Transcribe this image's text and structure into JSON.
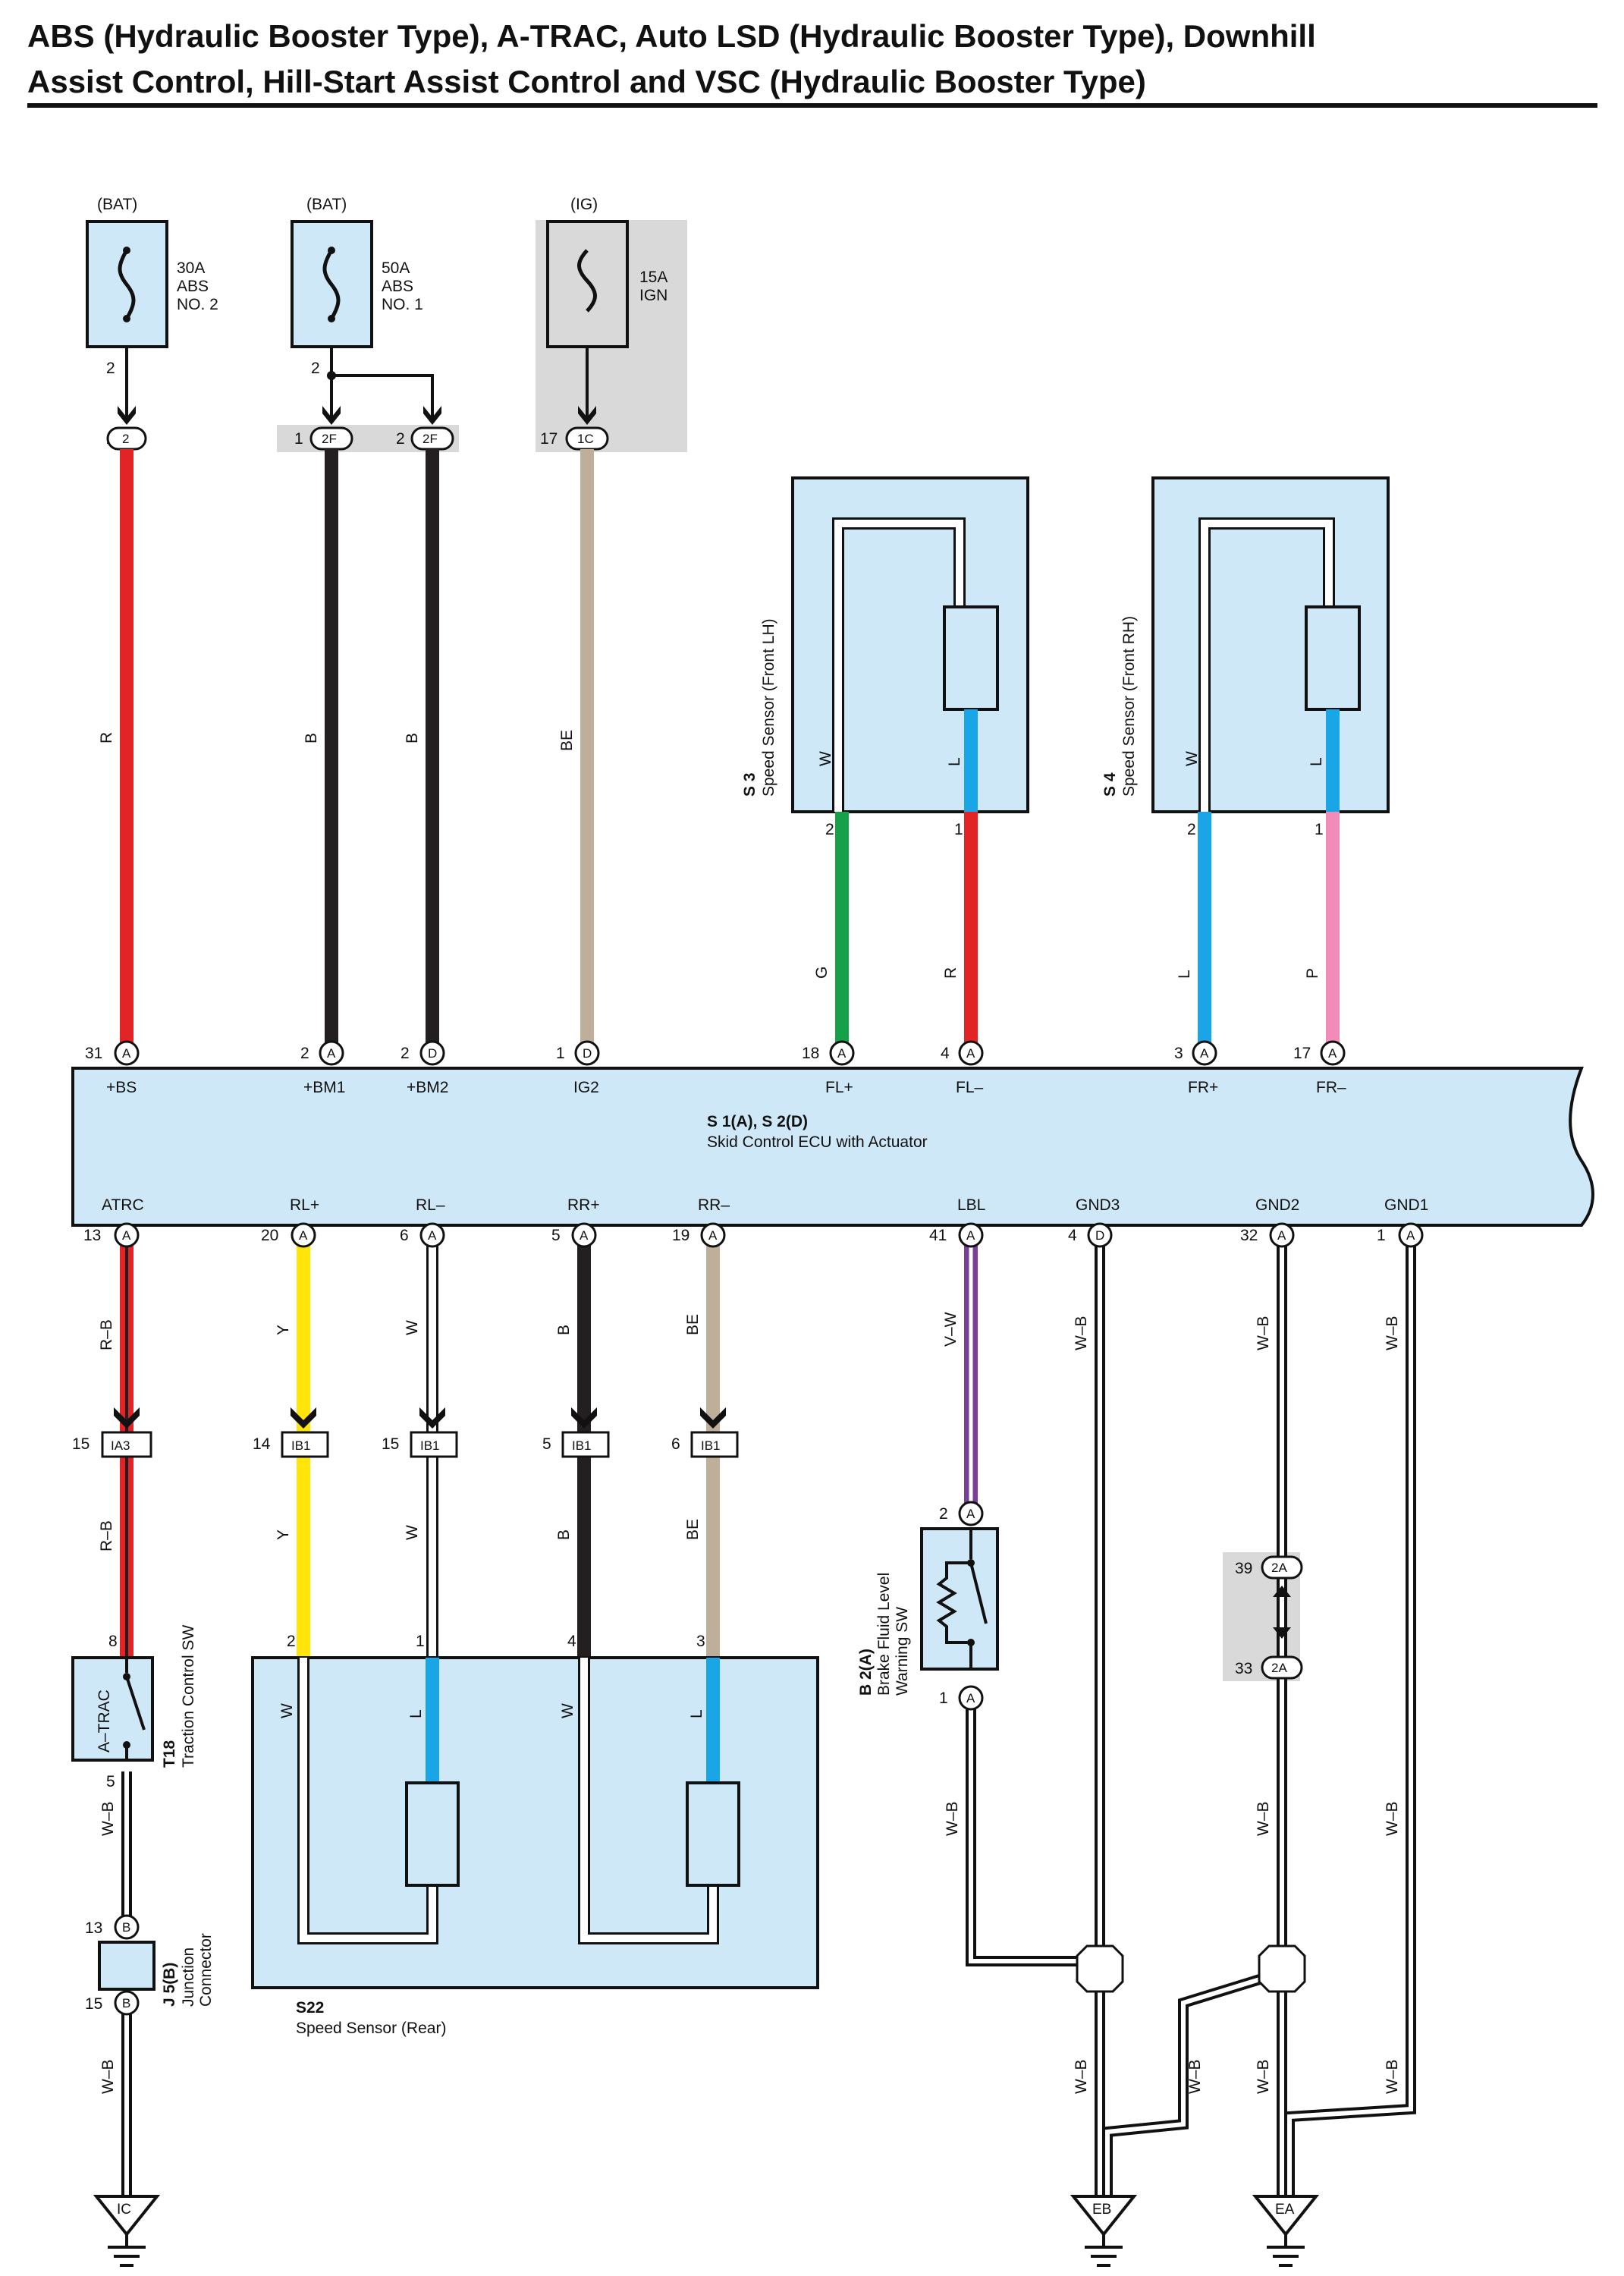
{
  "title": {
    "line1": "ABS (Hydraulic Booster Type), A-TRAC, Auto LSD (Hydraulic Booster Type), Downhill",
    "line2": "Assist Control, Hill-Start Assist Control and VSC (Hydraulic Booster Type)"
  },
  "colors": {
    "R": "#e32427",
    "B": "#231f20",
    "BE": "#bfae99",
    "G": "#17a04a",
    "L": "#1aa6e6",
    "P": "#f08cb7",
    "Y": "#ffe50a",
    "W": "#ffffff",
    "V": "#7a3f99",
    "box": "#cfe8f7",
    "gray": "#d9d9d9"
  },
  "fuses": {
    "f1": {
      "src": "(BAT)",
      "l1": "30A",
      "l2": "ABS",
      "l3": "NO. 2",
      "pin": "2"
    },
    "f2": {
      "src": "(BAT)",
      "l1": "50A",
      "l2": "ABS",
      "l3": "NO. 1",
      "pin": "2"
    },
    "f3": {
      "src": "(IG)",
      "l1": "15A",
      "l2": "IGN"
    }
  },
  "conn_top": {
    "c1": {
      "num": "2",
      "code": "2"
    },
    "c2": {
      "num": "1",
      "code": "2F"
    },
    "c3": {
      "num": "2",
      "code": "2F"
    },
    "c4": {
      "num": "17",
      "code": "1C"
    }
  },
  "wires": {
    "r": "R",
    "b": "B",
    "be": "BE",
    "w": "W",
    "l": "L",
    "g": "G",
    "p": "P",
    "y": "Y",
    "rb": "R–B",
    "vw": "V–W",
    "wb": "W–B"
  },
  "sensors": {
    "s3": {
      "code": "S 3",
      "name": "Speed Sensor (Front LH)",
      "pin2": "2",
      "pin1": "1"
    },
    "s4": {
      "code": "S 4",
      "name": "Speed Sensor (Front RH)",
      "pin2": "2",
      "pin1": "1"
    },
    "s22": {
      "code": "S22",
      "name": "Speed Sensor (Rear)"
    }
  },
  "ecu": {
    "code": "S 1(A), S 2(D)",
    "name": "Skid Control ECU with Actuator",
    "top_pins": [
      {
        "num": "31",
        "letter": "A",
        "label": "+BS"
      },
      {
        "num": "2",
        "letter": "A",
        "label": "+BM1"
      },
      {
        "num": "2",
        "letter": "D",
        "label": "+BM2"
      },
      {
        "num": "1",
        "letter": "D",
        "label": "IG2"
      },
      {
        "num": "18",
        "letter": "A",
        "label": "FL+"
      },
      {
        "num": "4",
        "letter": "A",
        "label": "FL–"
      },
      {
        "num": "3",
        "letter": "A",
        "label": "FR+"
      },
      {
        "num": "17",
        "letter": "A",
        "label": "FR–"
      }
    ],
    "bottom_pins": [
      {
        "num": "13",
        "letter": "A",
        "label": "ATRC"
      },
      {
        "num": "20",
        "letter": "A",
        "label": "RL+"
      },
      {
        "num": "6",
        "letter": "A",
        "label": "RL–"
      },
      {
        "num": "5",
        "letter": "A",
        "label": "RR+"
      },
      {
        "num": "19",
        "letter": "A",
        "label": "RR–"
      },
      {
        "num": "41",
        "letter": "A",
        "label": "LBL"
      },
      {
        "num": "4",
        "letter": "D",
        "label": "GND3"
      },
      {
        "num": "32",
        "letter": "A",
        "label": "GND2"
      },
      {
        "num": "1",
        "letter": "A",
        "label": "GND1"
      }
    ]
  },
  "mid_conns": [
    {
      "num": "15",
      "code": "IA3"
    },
    {
      "num": "14",
      "code": "IB1"
    },
    {
      "num": "15",
      "code": "IB1"
    },
    {
      "num": "5",
      "code": "IB1"
    },
    {
      "num": "6",
      "code": "IB1"
    }
  ],
  "s22_pins": [
    "2",
    "1",
    "4",
    "3"
  ],
  "t18": {
    "code": "T18",
    "name": "Traction Control SW",
    "inner": "A–TRAC",
    "pin_top": "8",
    "pin_bot": "5"
  },
  "j5": {
    "code": "J 5(B)",
    "name1": "Junction",
    "name2": "Connector",
    "pin_top": "13",
    "pin_bot": "15",
    "letter": "B"
  },
  "b2": {
    "code": "B 2(A)",
    "name1": "Brake Fluid Level",
    "name2": "Warning SW",
    "pin_top": "2",
    "pin_bot": "1",
    "letter": "A"
  },
  "c2a": {
    "top_num": "39",
    "bot_num": "33",
    "code": "2A"
  },
  "grounds": {
    "ic": "IC",
    "eb": "EB",
    "ea": "EA"
  }
}
